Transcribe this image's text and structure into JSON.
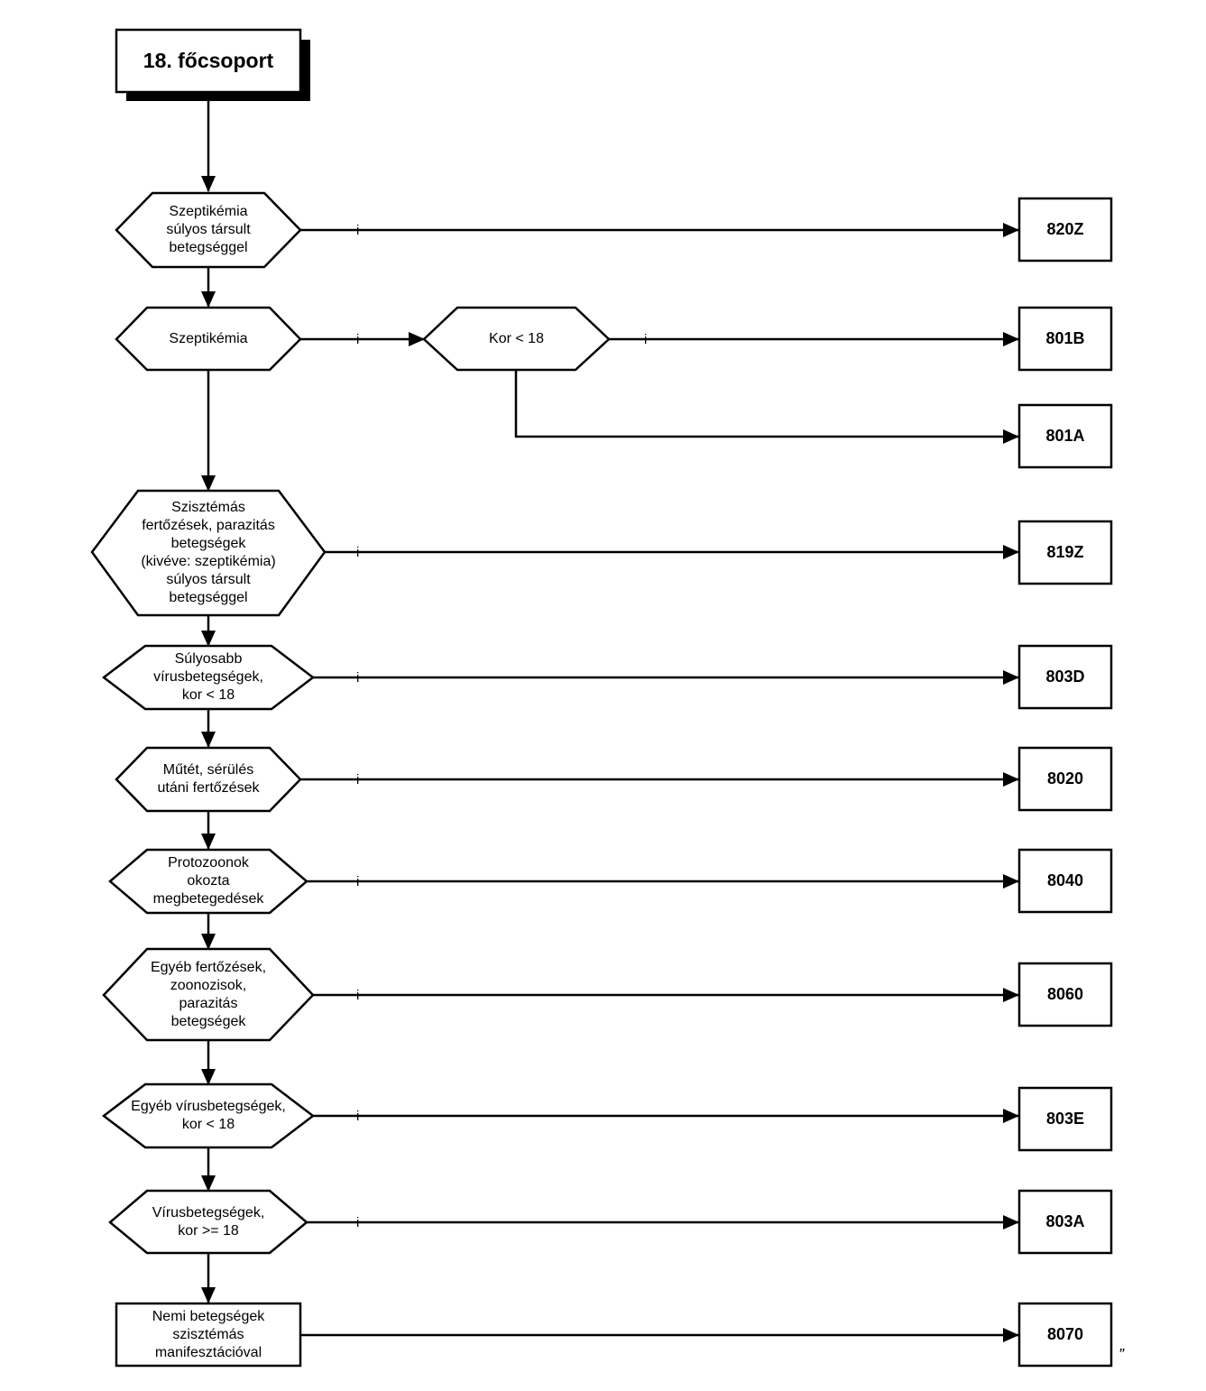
{
  "title": "18. főcsoport",
  "yes_label": "i",
  "trailing_mark": "”",
  "decisions": {
    "d1": "Szeptikémia\nsúlyos társult\nbetegséggel",
    "d2": "Szeptikémia",
    "d2b": "Kor < 18",
    "d3": "Szisztémás\nfertőzések, parazitás\nbetegségek\n(kivéve: szeptikémia)\nsúlyos társult\nbetegséggel",
    "d4": "Súlyosabb\nvírusbetegségek,\nkor < 18",
    "d5": "Műtét, sérülés\nutáni fertőzések",
    "d6": "Protozoonok\nokozta\nmegbetegedések",
    "d7": "Egyéb fertőzések,\nzoonozisok,\nparazitás\nbetegségek",
    "d8": "Egyéb vírusbetegségek,\nkor < 18",
    "d9": "Vírusbetegségek,\nkor >= 18",
    "d10": "Nemi betegségek\nszisztémás\nmanifesztációval"
  },
  "codes": {
    "c1": "820Z",
    "c2": "801B",
    "c3": "801A",
    "c4": "819Z",
    "c5": "803D",
    "c6": "8020",
    "c7": "8040",
    "c8": "8060",
    "c9": "803E",
    "c10": "803A",
    "c11": "8070"
  }
}
